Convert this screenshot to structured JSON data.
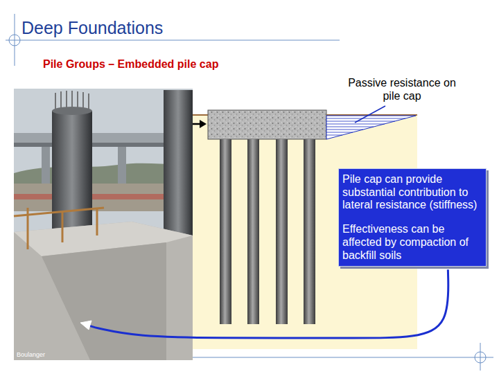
{
  "diagram": {
    "title": "Deep Foundations",
    "nodes": [
      {
        "text": [
          "Pile cap can provide substantial contribution to lateral resistance (stiffness)",
          "Effectiveness can be affected by compaction of backfill soils"
        ]
      }
    ],
    "labels": [
      "Pile Groups – Embedded pile cap",
      "Passive resistance on pile cap",
      "Boulanger"
    ]
  }
}
